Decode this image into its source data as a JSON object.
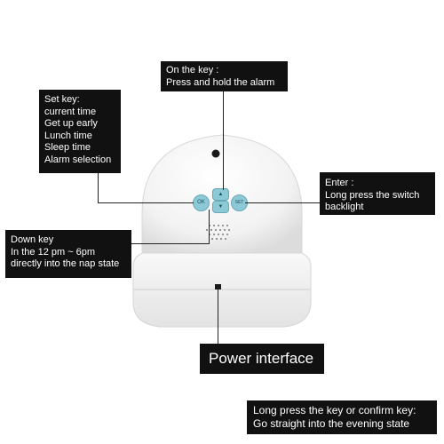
{
  "callouts": {
    "on_key": {
      "title": "On the key :",
      "lines": [
        "Press and hold the alarm"
      ]
    },
    "set_key": {
      "title": "Set key:",
      "lines": [
        "current time",
        "Get up early",
        "Lunch time",
        "Sleep time",
        "Alarm selection"
      ]
    },
    "enter_key": {
      "title": "Enter :",
      "lines": [
        "Long press the switch",
        "backlight"
      ]
    },
    "down_key": {
      "title": "Down key",
      "lines": [
        "In the 12 pm ~ 6pm",
        "directly into the nap state"
      ]
    },
    "power": {
      "title": "Power interface"
    },
    "long_press": {
      "lines": [
        "Long press the key or confirm key:",
        "Go straight into the evening state"
      ]
    }
  },
  "buttons": {
    "ok": "OK",
    "up": "▲",
    "down": "▼",
    "set": "SET"
  },
  "colors": {
    "button": "#8cc9d6",
    "label_bg": "#111111",
    "device": "#f4f4f4"
  }
}
